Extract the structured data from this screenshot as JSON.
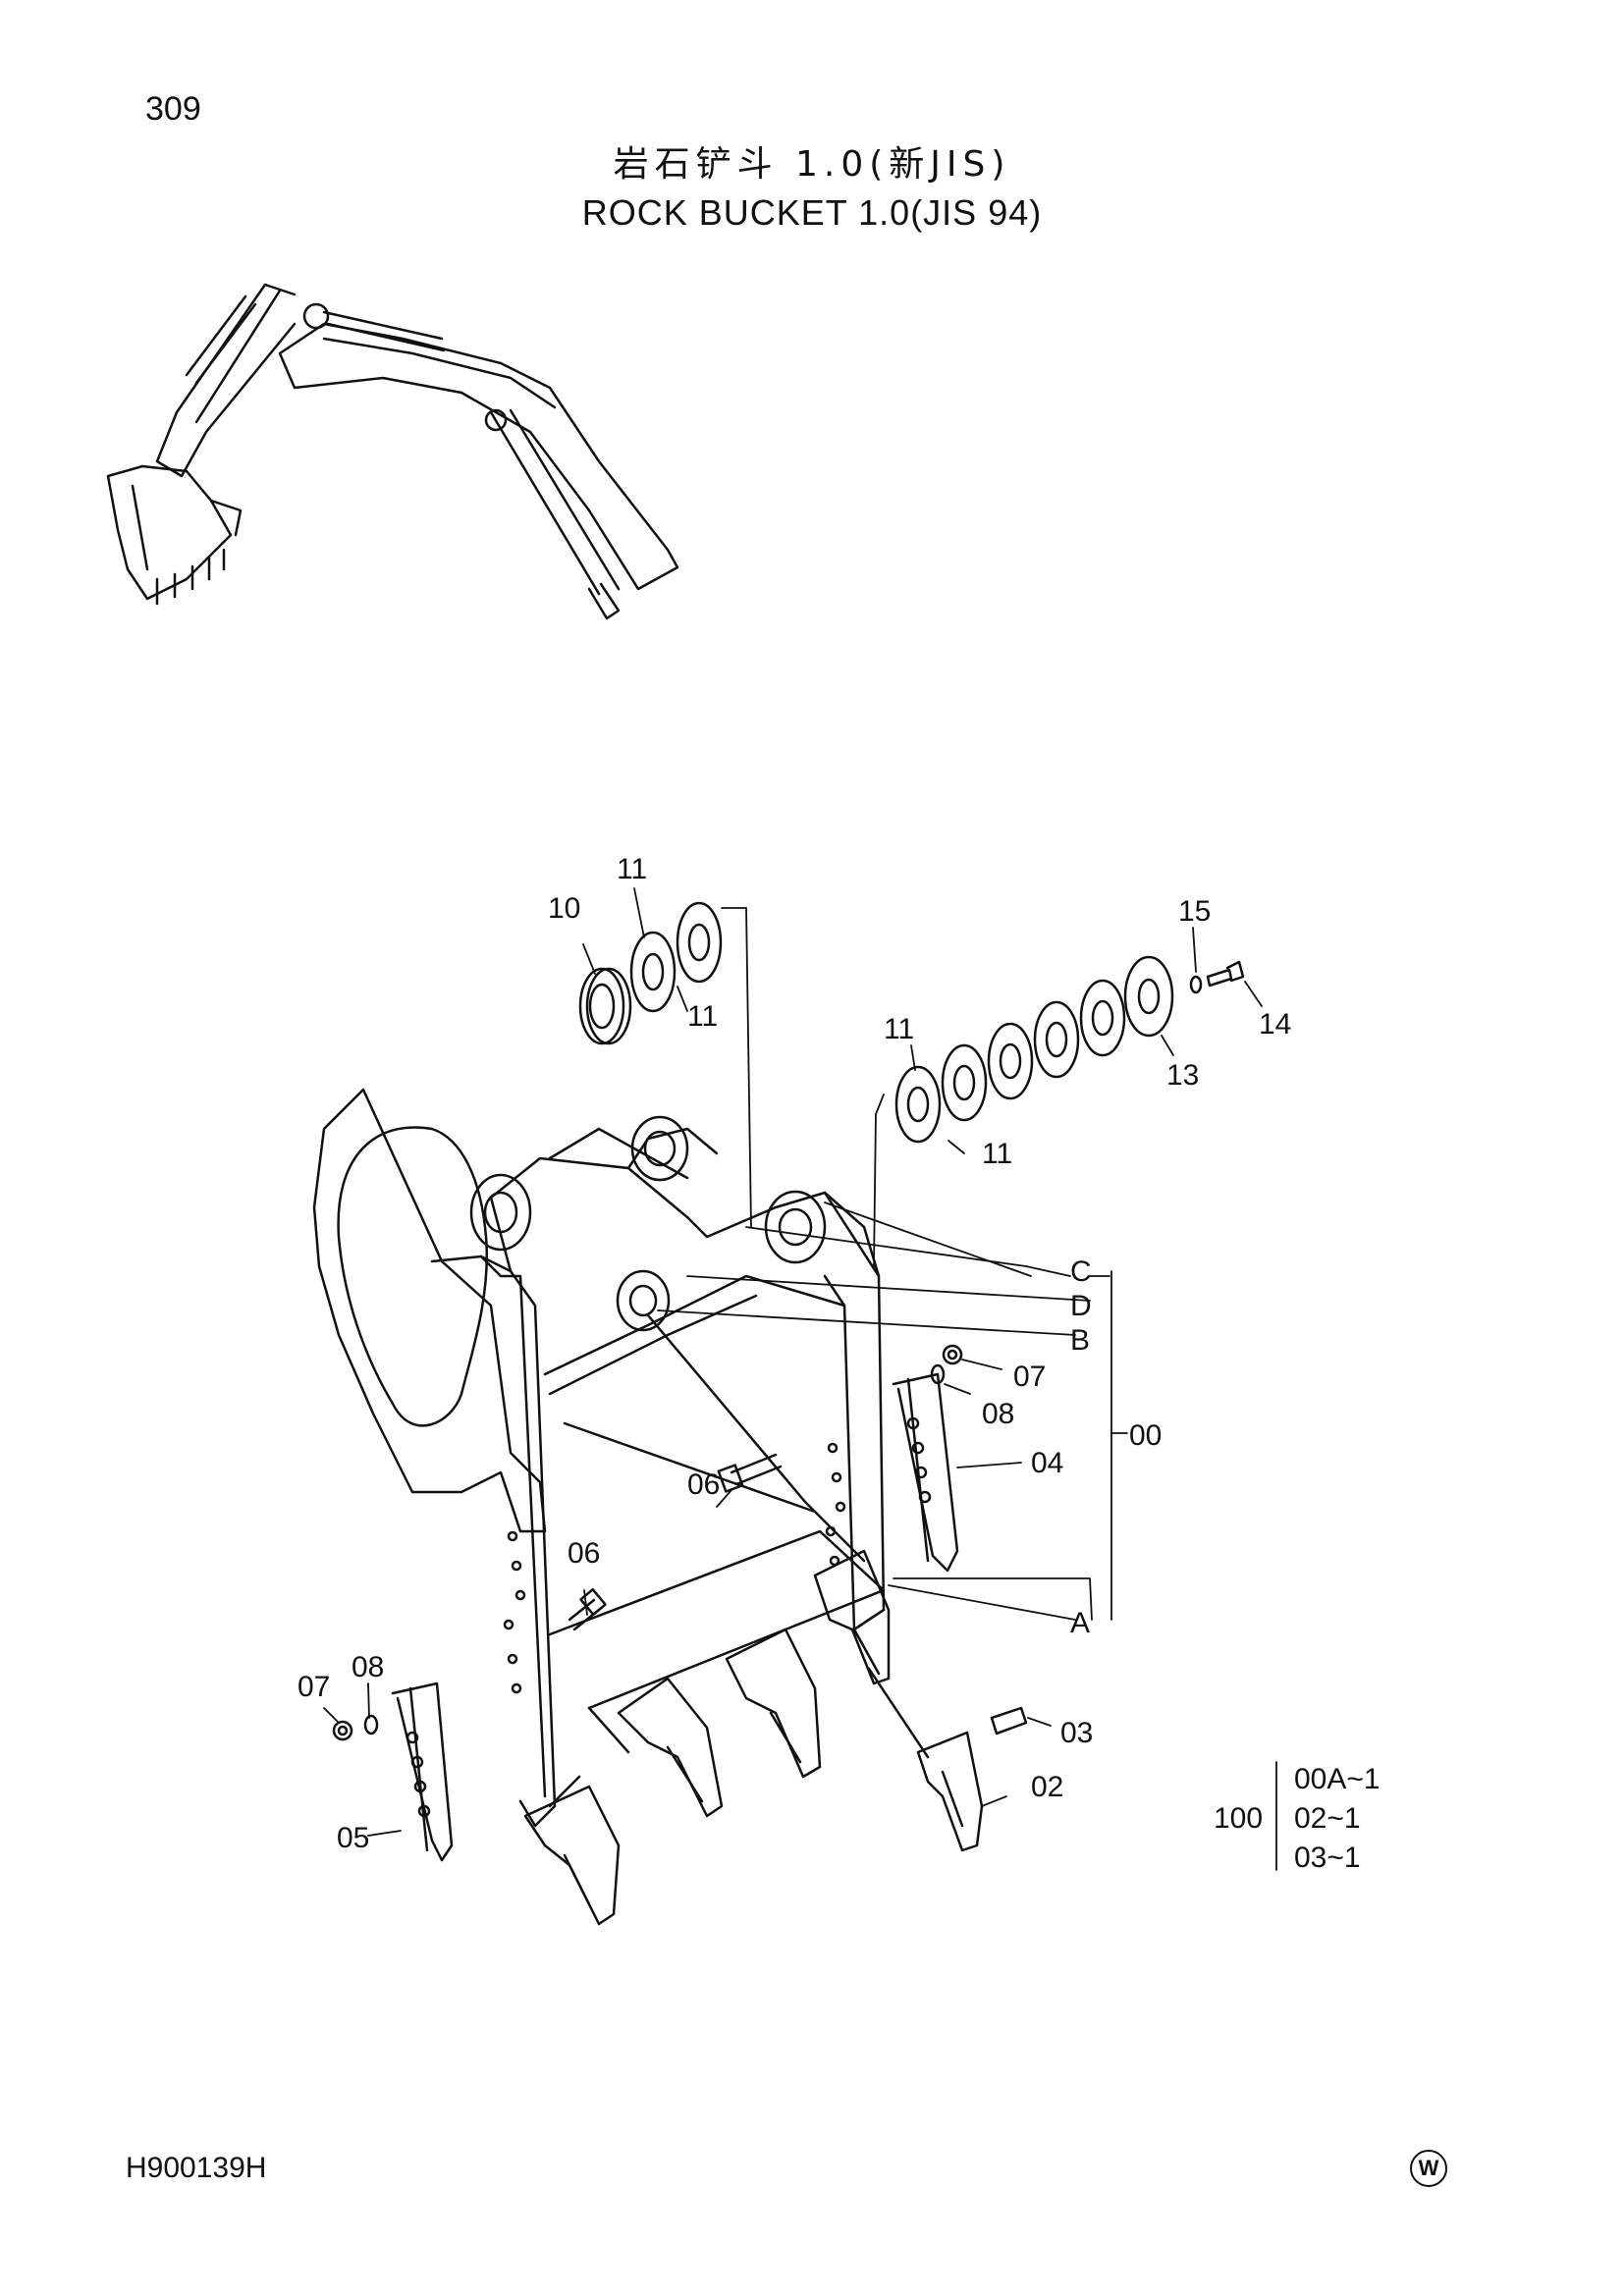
{
  "header": {
    "page_number": "309",
    "title_zh": "岩石铲斗 1.0(新JIS)",
    "title_en": "ROCK BUCKET 1.0(JIS 94)"
  },
  "callouts": {
    "c10": "10",
    "c11a": "11",
    "c11b": "11",
    "c11c": "11",
    "c11d": "11",
    "c15": "15",
    "c14": "14",
    "c13": "13",
    "cC": "C",
    "cD": "D",
    "cB": "B",
    "cA": "A",
    "c00": "00",
    "c07a": "07",
    "c08a": "08",
    "c04": "04",
    "c06a": "06",
    "c06b": "06",
    "c07b": "07",
    "c08b": "08",
    "c05": "05",
    "c03": "03",
    "c02": "02"
  },
  "kit": {
    "number": "100",
    "items": [
      "00A~1",
      "02~1",
      "03~1"
    ]
  },
  "footer": {
    "doc_code": "H900139H",
    "mark": "W"
  }
}
